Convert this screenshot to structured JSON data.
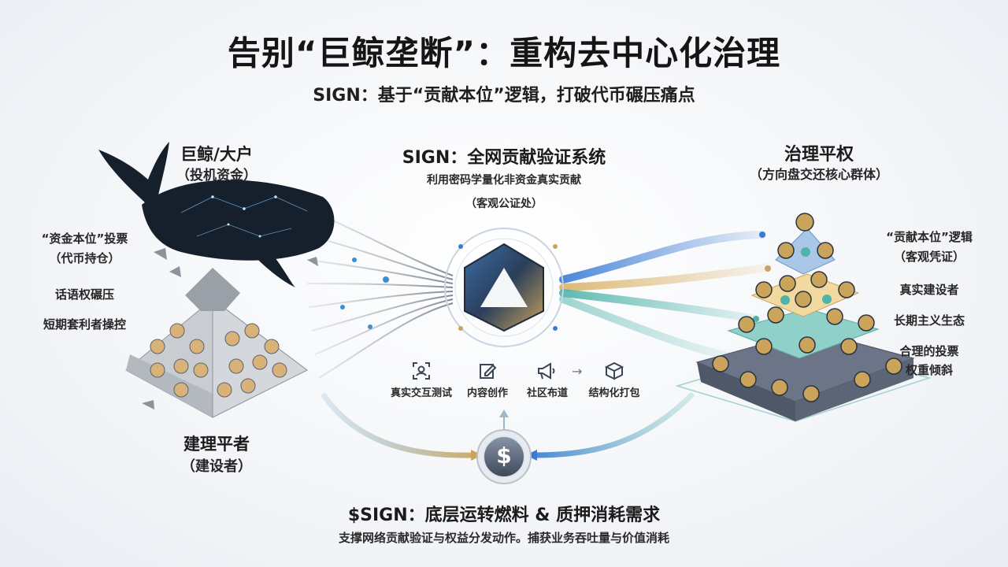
{
  "title": "告别“巨鲸垄断”：重构去中心化治理",
  "subtitle": "SIGN：基于“贡献本位”逻辑，打破代币碾压痛点",
  "left": {
    "whale_title": "巨鲸/大户",
    "whale_sub": "（投机资金）",
    "points": [
      "“资金本位”投票",
      "（代币持仓）",
      "话语权碾压",
      "短期套利者操控"
    ],
    "base_title": "建理平者",
    "base_sub": "（建设者）"
  },
  "center": {
    "title": "SIGN：全网贡献验证系统",
    "desc": "利用密码学量化非资金真实贡献",
    "desc2": "（客观公证处）",
    "actions": [
      {
        "icon": "face-scan-icon",
        "label": "真实交互测试"
      },
      {
        "icon": "edit-icon",
        "label": "内容创作"
      },
      {
        "icon": "megaphone-icon",
        "label": "社区布道"
      },
      {
        "icon": "package-icon",
        "label": "结构化打包"
      }
    ]
  },
  "right": {
    "title": "治理平权",
    "sub": "（方向盘交还核心群体）",
    "points": [
      "“贡献本位”逻辑",
      "（客观凭证）",
      "真实建设者",
      "长期主义生态",
      "合理的投票",
      "权重倾斜"
    ]
  },
  "bottom": {
    "coin_symbol": "$",
    "title": "$SIGN：底层运转燃料 & 质押消耗需求",
    "desc": "支撑网络贡献验证与权益分发动作。捕获业务吞吐量与价值消耗"
  },
  "colors": {
    "blue": "#3a7bd5",
    "gold": "#c9a45a",
    "teal": "#4fb3a9",
    "dark": "#1f2a3a"
  }
}
